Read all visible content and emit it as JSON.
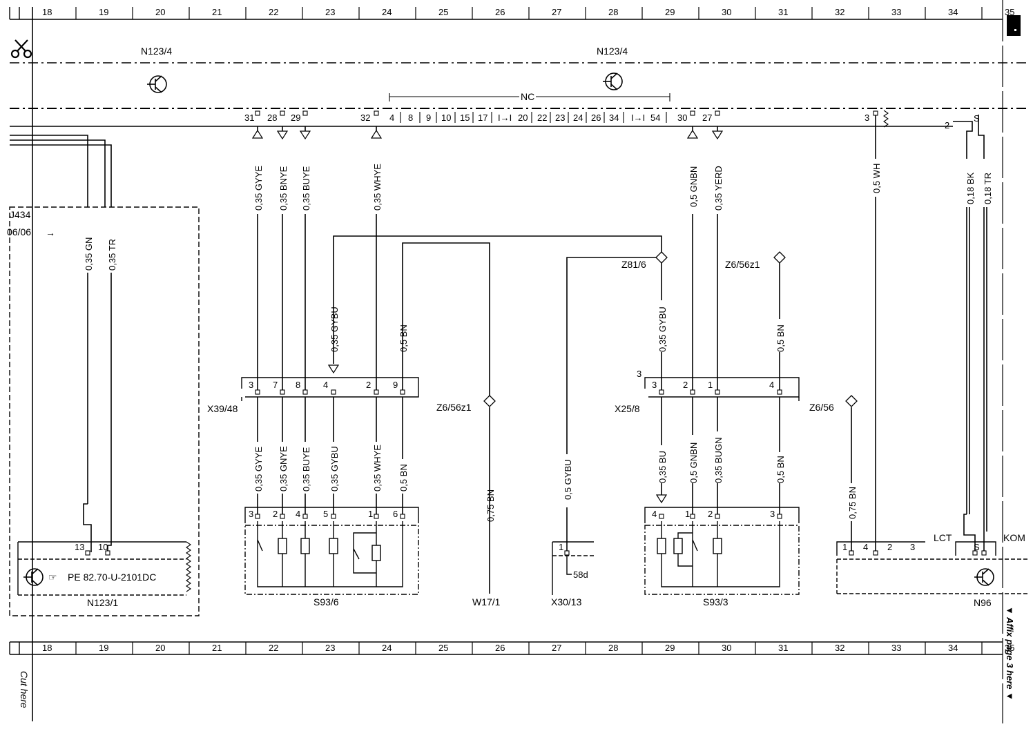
{
  "title_labels": {
    "n123_4_left": "N123/4",
    "n123_4_right": "N123/4",
    "nc": "NC",
    "side_ref_1": "J434",
    "side_ref_2": "06/06"
  },
  "column_numbers": [
    "18",
    "19",
    "20",
    "21",
    "22",
    "23",
    "24",
    "25",
    "26",
    "27",
    "28",
    "29",
    "30",
    "31",
    "32",
    "33",
    "34",
    "35"
  ],
  "ecu_top_pins": [
    "31",
    "28",
    "29",
    "32",
    "4",
    "8",
    "9",
    "10",
    "15",
    "17",
    "I→I",
    "20",
    "22",
    "23",
    "24",
    "26",
    "34",
    "I→I",
    "54",
    "30",
    "27",
    "3"
  ],
  "wires_top": [
    {
      "id": "w1",
      "label": "0,35 GYYE"
    },
    {
      "id": "w2",
      "label": "0,35 BNYE"
    },
    {
      "id": "w3",
      "label": "0,35 BUYE"
    },
    {
      "id": "w4",
      "label": "0,35 WHYE"
    },
    {
      "id": "w5",
      "label": "0,5 GNBN"
    },
    {
      "id": "w6",
      "label": "0,35 YERD"
    },
    {
      "id": "w7",
      "label": "0,5 WH"
    },
    {
      "id": "w8",
      "label": "0,18 BK"
    },
    {
      "id": "w9",
      "label": "0,18 TR"
    }
  ],
  "wires_left": [
    {
      "id": "l1",
      "label": "0,35 GN"
    },
    {
      "id": "l2",
      "label": "0,35 TR"
    }
  ],
  "wires_mid": [
    {
      "id": "m1",
      "label": "0,35 GYBU"
    },
    {
      "id": "m2",
      "label": "0,5 BN"
    },
    {
      "id": "m3",
      "label": "0,35 GYBU"
    },
    {
      "id": "m4",
      "label": "0,5 BN"
    }
  ],
  "wires_bottom": [
    {
      "id": "b1",
      "label": "0,35 GYYE"
    },
    {
      "id": "b2",
      "label": "0,35 GNYE"
    },
    {
      "id": "b3",
      "label": "0,35 BUYE"
    },
    {
      "id": "b4",
      "label": "0,35 GYBU"
    },
    {
      "id": "b5",
      "label": "0,35 WHYE"
    },
    {
      "id": "b6",
      "label": "0,5 BN"
    },
    {
      "id": "b7",
      "label": "0,75 BN"
    },
    {
      "id": "b8",
      "label": "0,5 GYBU"
    },
    {
      "id": "b9",
      "label": "0,35 BU"
    },
    {
      "id": "b10",
      "label": "0,5 GNBN"
    },
    {
      "id": "b11",
      "label": "0,35 BUGN"
    },
    {
      "id": "b12",
      "label": "0,5 BN"
    },
    {
      "id": "b13",
      "label": "0,75 BN"
    }
  ],
  "connectors": {
    "x39_48": {
      "label": "X39/48",
      "pins": [
        "3",
        "7",
        "8",
        "4",
        "2",
        "9"
      ]
    },
    "x25_8": {
      "label": "X25/8",
      "pins": [
        "3",
        "2",
        "1",
        "4"
      ],
      "extra": "3"
    }
  },
  "splices": {
    "z81_6": "Z81/6",
    "z6_56z1_top": "Z6/56z1",
    "z6_56z1_mid": "Z6/56z1",
    "z6_56": "Z6/56"
  },
  "components": {
    "n123_1": {
      "label": "N123/1",
      "pins": [
        "13",
        "10"
      ],
      "part": "PE 82.70-U-2101DC"
    },
    "s93_6": {
      "label": "S93/6",
      "pins": [
        "3",
        "2",
        "4",
        "5",
        "1",
        "6"
      ]
    },
    "w17_1": {
      "label": "W17/1"
    },
    "x30_13": {
      "label": "X30/13",
      "pins": [
        "1"
      ],
      "sub": "58d"
    },
    "s93_3": {
      "label": "S93/3",
      "pins": [
        "4",
        "1",
        "2",
        "3"
      ]
    },
    "n96": {
      "label": "N96",
      "pins": [
        "1",
        "4",
        "2",
        "3",
        "S"
      ],
      "lct": "LCT",
      "kom": "KOM"
    }
  },
  "ecu_right_pins": {
    "p2": "2",
    "ps": "S"
  },
  "side_notes": {
    "cut_here": "Cut here",
    "affix": "▼ Affix page 3 here ▼"
  }
}
